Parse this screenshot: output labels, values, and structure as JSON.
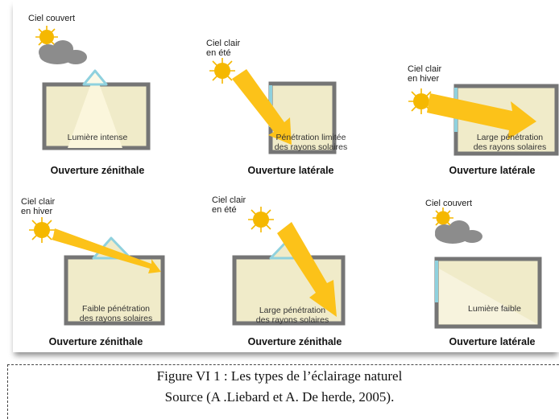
{
  "colors": {
    "wall": "#757575",
    "room_fill": "#f0ebc9",
    "glass": "#8fd1de",
    "light": "#fcc219",
    "sun": "#f5b800",
    "cloud": "#8c8c8c"
  },
  "panels": [
    {
      "sky": "Ciel couvert",
      "inside": "Lumière intense",
      "caption": "Ouverture zénithale"
    },
    {
      "sky_line1": "Ciel clair",
      "sky_line2": "en été",
      "inside_line1": "Pénétration limitée",
      "inside_line2": "des rayons solaires",
      "caption": "Ouverture latérale"
    },
    {
      "sky_line1": "Ciel clair",
      "sky_line2": "en hiver",
      "inside_line1": "Large pénétration",
      "inside_line2": "des rayons solaires",
      "caption": "Ouverture latérale"
    },
    {
      "sky_line1": "Ciel clair",
      "sky_line2": "en hiver",
      "inside_line1": "Faible pénétration",
      "inside_line2": "des rayons solaires",
      "caption": "Ouverture zénithale"
    },
    {
      "sky_line1": "Ciel clair",
      "sky_line2": "en été",
      "inside_line1": "Large pénétration",
      "inside_line2": "des rayons solaires",
      "caption": "Ouverture zénithale"
    },
    {
      "sky": "Ciel couvert",
      "inside": "Lumière faible",
      "caption": "Ouverture latérale"
    }
  ],
  "figure": {
    "title": "Figure VI 1 : Les types de l’éclairage naturel",
    "source": "Source (A .Liebard et A. De herde, 2005)."
  }
}
